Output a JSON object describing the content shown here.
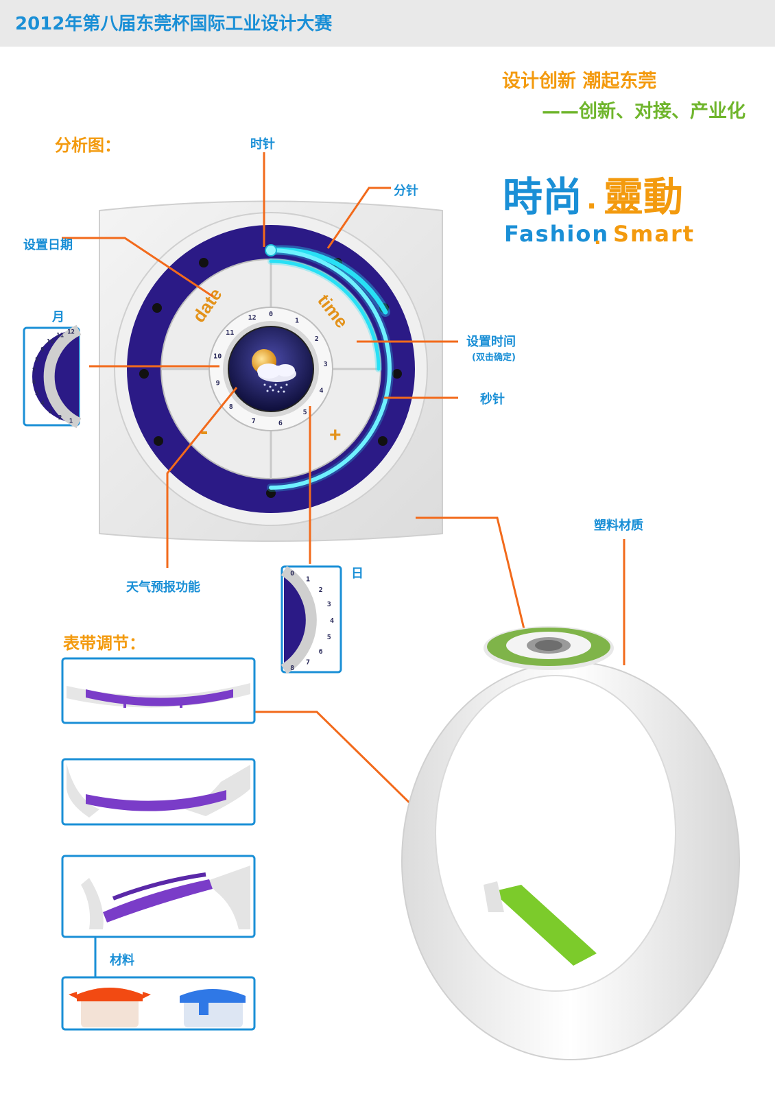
{
  "header": {
    "title": "2012年第八届东莞杯国际工业设计大赛"
  },
  "slogan": {
    "line1": "设计创新 潮起东莞",
    "line2": "——创新、对接、产业化"
  },
  "headline": {
    "cn_a": "時尚",
    "dot": ".",
    "cn_b": "靈動",
    "en_a": "Fashion",
    "en_b": "Smart"
  },
  "sections": {
    "analysis": "分析图：",
    "strap": "表带调节：",
    "material": "材料"
  },
  "callouts": {
    "hour_hand": "时针",
    "minute_hand": "分针",
    "set_date": "设置日期",
    "month": "月",
    "set_time": "设置时间",
    "set_time_note": "(双击确定)",
    "second_hand": "秒针",
    "weather": "天气预报功能",
    "day": "日",
    "plastic": "塑料材质"
  },
  "dial": {
    "word_date": "date",
    "word_time": "time",
    "plus": "+",
    "minus": "-",
    "digits": [
      "0",
      "1",
      "2",
      "3",
      "4",
      "5",
      "6",
      "7",
      "8",
      "9",
      "10",
      "11",
      "12"
    ]
  },
  "month_dial": {
    "digits": [
      "12",
      "11",
      "10",
      "9",
      "8",
      "7",
      "6",
      "5",
      "4",
      "3",
      "2",
      "1"
    ]
  },
  "day_dial": {
    "digits": [
      "0",
      "1",
      "2",
      "3",
      "4",
      "5",
      "6",
      "7",
      "8"
    ]
  },
  "colors": {
    "blue_text": "#1a8fd6",
    "orange_text": "#f39a0e",
    "green_text": "#6fb52c",
    "ring": "#2b1a86",
    "glow": "#28e0f5",
    "leader": "#f26a1b",
    "strap_purple": "#7a3cc8",
    "strap_green": "#7ccb2b",
    "container_red": "#f24a12",
    "container_blue": "#2f78e6"
  },
  "icons": [
    "weather-cloud-sun-icon"
  ]
}
